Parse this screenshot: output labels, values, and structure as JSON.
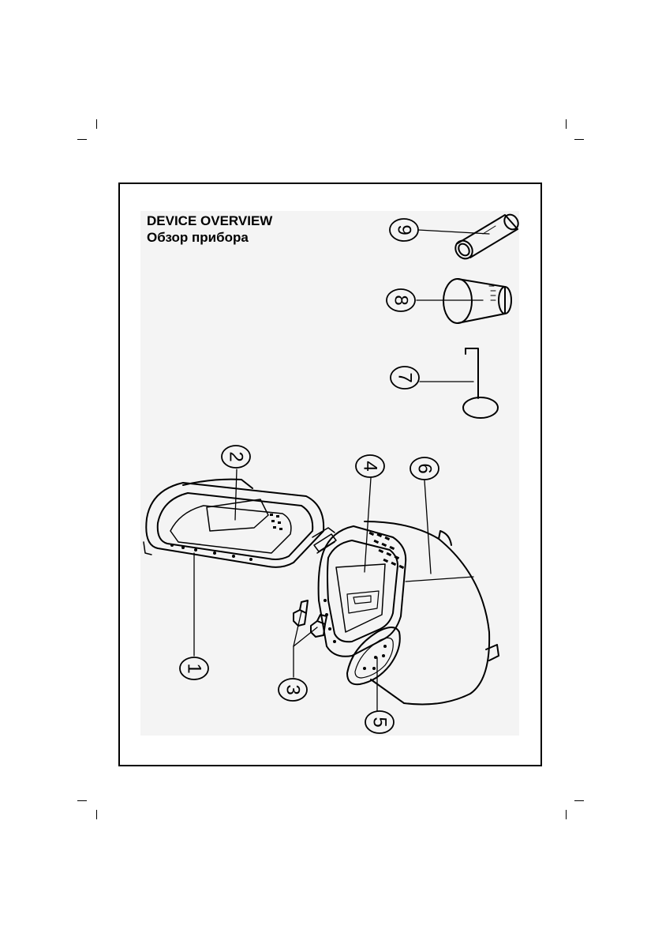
{
  "header": {
    "title": "DEVICE OVERVIEW",
    "subtitle": "Обзор прибора"
  },
  "callouts": [
    {
      "number": "1",
      "part": "lid"
    },
    {
      "number": "2",
      "part": "viewing-window"
    },
    {
      "number": "3",
      "part": "kneading-paddles"
    },
    {
      "number": "4",
      "part": "baking-pan"
    },
    {
      "number": "5",
      "part": "control-panel"
    },
    {
      "number": "6",
      "part": "housing"
    },
    {
      "number": "7",
      "part": "hook"
    },
    {
      "number": "8",
      "part": "measuring-cup"
    },
    {
      "number": "9",
      "part": "measuring-spoon"
    }
  ],
  "colors": {
    "line": "#000000",
    "plate": "#f4f4f4",
    "background": "#ffffff"
  }
}
